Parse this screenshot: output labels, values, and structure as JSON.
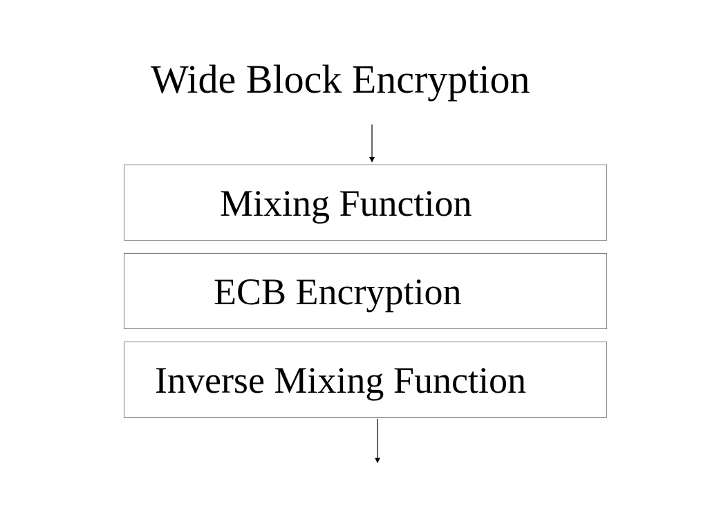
{
  "diagram": {
    "title": "Wide Block Encryption",
    "boxes": [
      {
        "label": "Mixing Function"
      },
      {
        "label": "ECB Encryption"
      },
      {
        "label": "Inverse Mixing Function"
      }
    ]
  }
}
